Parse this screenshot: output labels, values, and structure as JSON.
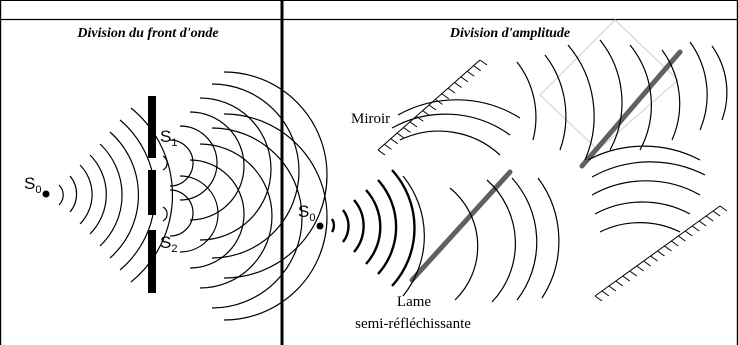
{
  "left_panel": {
    "title": "Division du front d'onde",
    "source_label": "S",
    "source_sub": "0",
    "slit1_label": "S",
    "slit1_sub": "1",
    "slit2_label": "S",
    "slit2_sub": "2"
  },
  "right_panel": {
    "title": "Division d'amplitude",
    "mirror_label": "Miroir",
    "source_label": "S",
    "source_sub": "0",
    "plate_label_line1": "Lame",
    "plate_label_line2": "semi-réfléchissante"
  },
  "colors": {
    "line": "#000000",
    "plate": "#606060",
    "background": "#ffffff"
  }
}
